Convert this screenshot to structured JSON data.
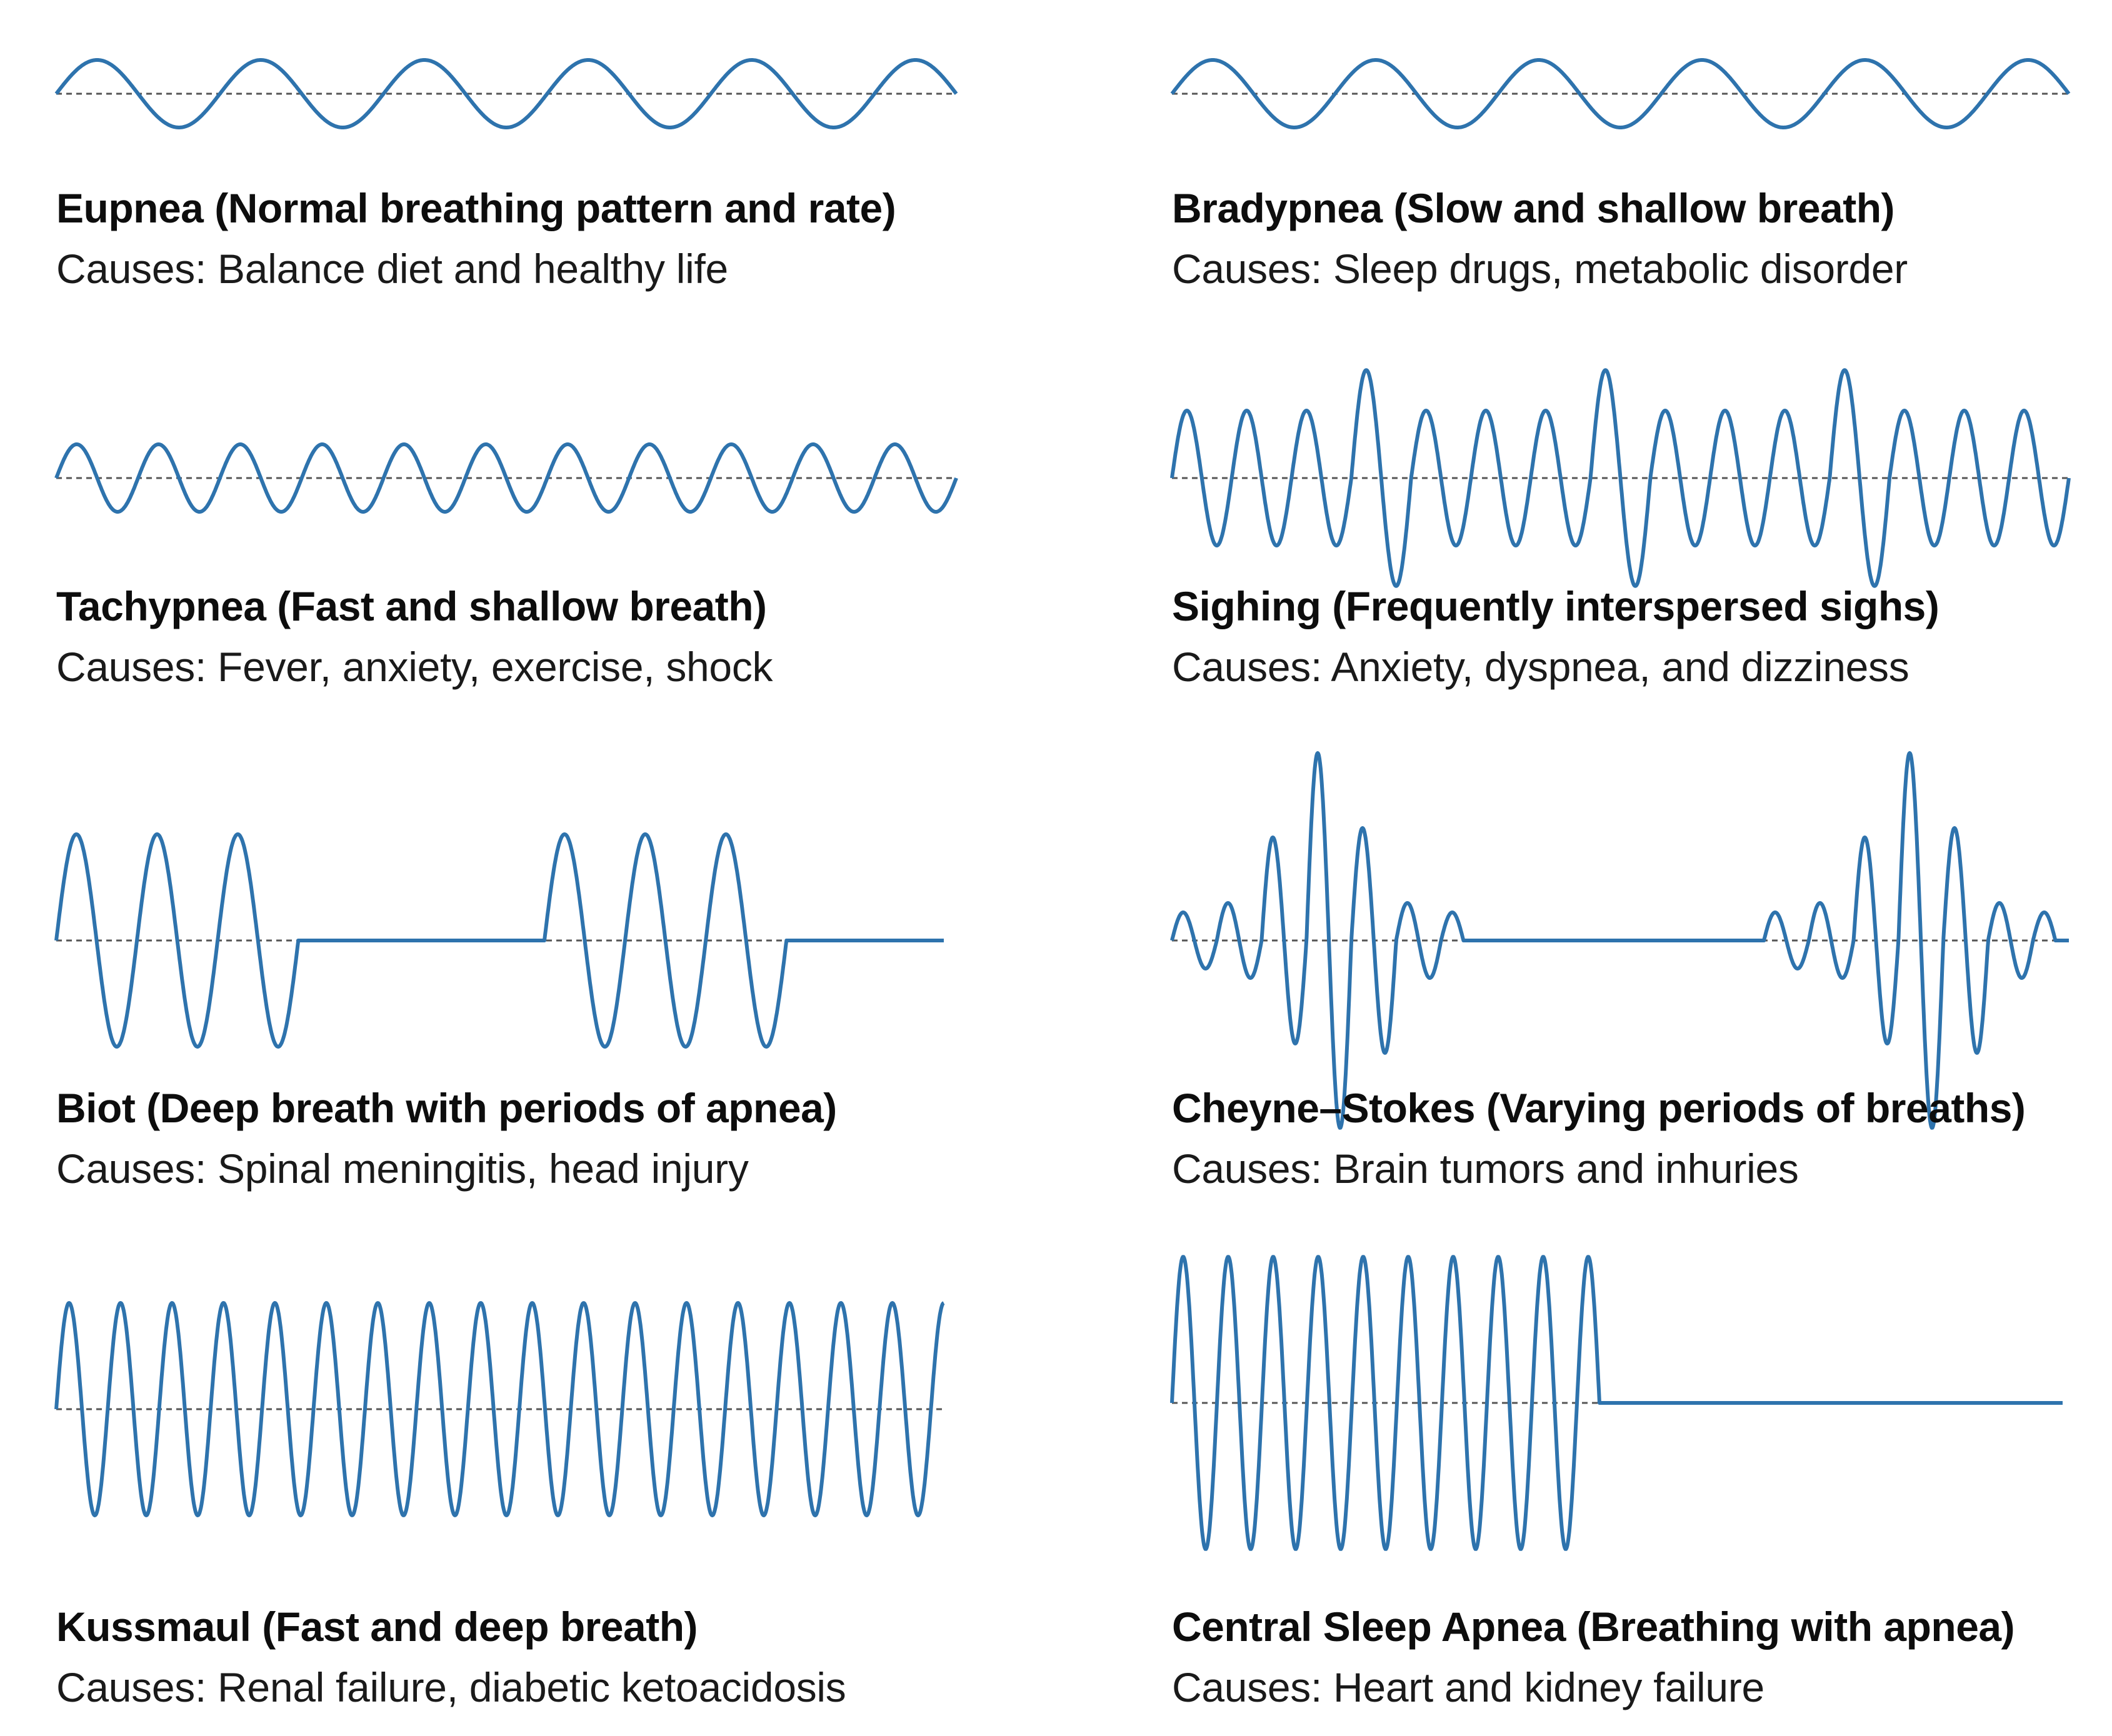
{
  "colors": {
    "wave": "#2e73ad",
    "baseline": "#555555",
    "text": "#0d0d0d"
  },
  "panels": [
    {
      "key": "eupnea",
      "title": "Eupnea (Normal breathing pattern and rate)",
      "causes": "Causes: Balance diet and healthy life",
      "pattern": {
        "cycles": 5.5,
        "amplitude": 0.1
      }
    },
    {
      "key": "bradypnea",
      "title": "Bradypnea (Slow and shallow breath)",
      "causes": "Causes: Sleep drugs, metabolic disorder",
      "pattern": {
        "cycles": 5.5,
        "amplitude": 0.1
      }
    },
    {
      "key": "tachypnea",
      "title": "Tachypnea (Fast and shallow breath)",
      "causes": "Causes: Fever, anxiety, exercise, shock",
      "pattern": {
        "cycles": 11,
        "amplitude": 0.1
      }
    },
    {
      "key": "sighing",
      "title": "Sighing (Frequently interspersed sighs)",
      "causes": "Causes: Anxiety, dyspnea, and dizziness",
      "pattern": {
        "cycles": 15,
        "amplitude": 0.2,
        "sigh_cycles": [
          3,
          7,
          11
        ],
        "sigh_amplitude": 0.32
      }
    },
    {
      "key": "biot",
      "title": "Biot (Deep breath with periods of apnea)",
      "causes": "Causes: Spinal meningitis, head injury",
      "pattern": {
        "amplitude": 0.34,
        "bursts": [
          {
            "start": 0,
            "cycles": 3
          },
          {
            "start": 0.55,
            "cycles": 3
          }
        ],
        "cycles_per_width": 11
      }
    },
    {
      "key": "cheyne-stokes",
      "title": "Cheyne–Stokes (Varying periods of breaths)",
      "causes": "Causes: Brain tumors and inhuries",
      "pattern": {
        "max_amplitude": 0.6,
        "bursts": [
          {
            "start": 0,
            "cycles": 6.5
          },
          {
            "start": 0.66,
            "cycles": 6.5
          }
        ],
        "cycles_per_width": 20,
        "envelope": [
          0.15,
          0.2,
          0.55,
          1.0,
          0.6,
          0.2,
          0.15
        ]
      }
    },
    {
      "key": "kussmaul",
      "title": "Kussmaul (Fast and deep breath)",
      "causes": "Causes: Renal failure, diabetic ketoacidosis",
      "pattern": {
        "cycles": 17.25,
        "amplitude": 0.34
      }
    },
    {
      "key": "central-sleep-apnea",
      "title": "Central Sleep Apnea (Breathing with apnea)",
      "causes": "Causes: Heart and kidney failure",
      "pattern": {
        "cycles": 9.5,
        "amplitude": 0.45,
        "active_fraction": 0.48
      }
    }
  ]
}
